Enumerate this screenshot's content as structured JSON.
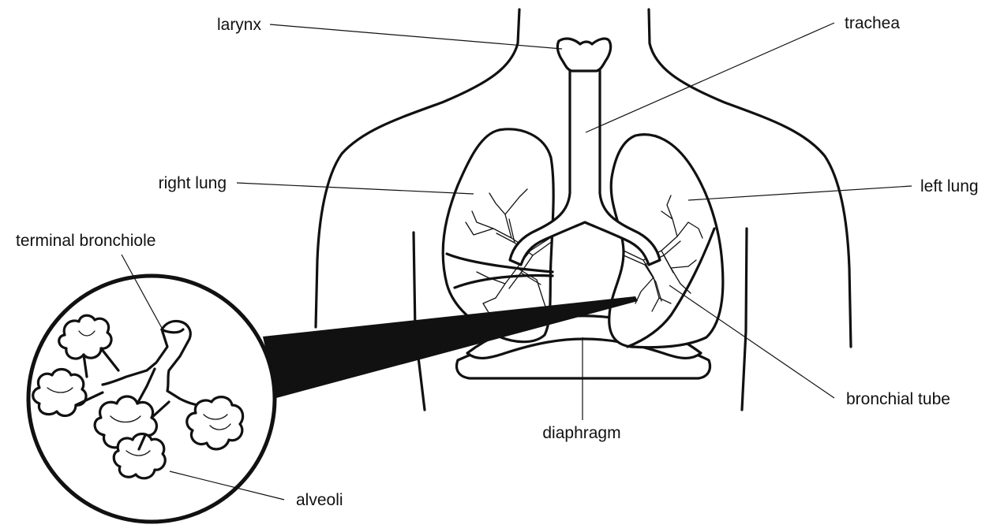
{
  "labels": {
    "larynx": "larynx",
    "trachea": "trachea",
    "right_lung": "right lung",
    "left_lung": "left lung",
    "terminal_bronchiole": "terminal bronchiole",
    "bronchial_tube": "bronchial tube",
    "diaphragm": "diaphragm",
    "alveoli": "alveoli"
  },
  "colors": {
    "line": "#111111",
    "background": "#ffffff"
  }
}
